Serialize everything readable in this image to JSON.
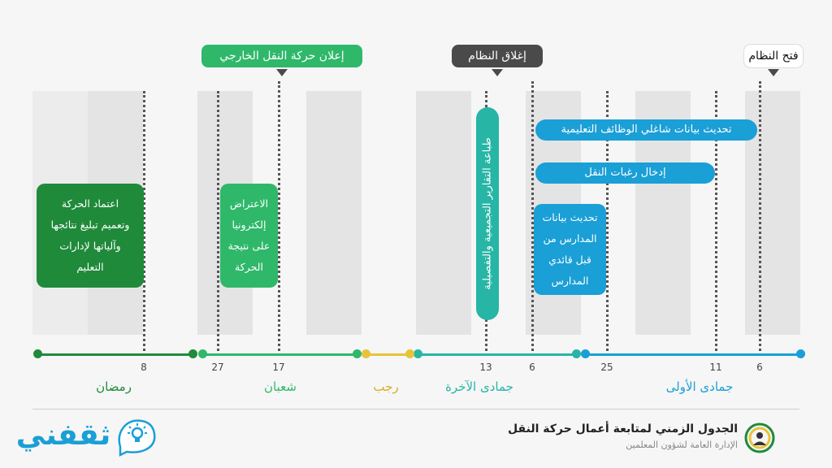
{
  "flags": {
    "open": "فتح النظام",
    "close": "إغلاق النظام",
    "external": "إعلان حركة النقل الخارجي"
  },
  "pills": {
    "update_staff": "تحديث بيانات شاغلي الوظائف التعليمية",
    "enter_prefs": "إدخال رغبات النقل"
  },
  "boxes": {
    "update_schools": [
      "تحديث بيانات",
      "المدارس من",
      "قبل قائدي",
      "المدارس"
    ],
    "objection": [
      "الاعتراض",
      "إلكترونيا",
      "على نتيجة",
      "الحركة"
    ],
    "approve": [
      "اعتماد الحركة",
      "وتعميم تبليغ نتائجها",
      "وآلياتها لإدارات",
      "التعليم"
    ]
  },
  "vertical_bar": "طباعة التقارير التجميعية والتفصيلية",
  "ticks": [
    "6",
    "11",
    "25",
    "6",
    "13",
    "17",
    "27",
    "8"
  ],
  "months": {
    "jumada1": "جمادى الأولى",
    "jumada2": "جمادى الآخرة",
    "rajab": "رجب",
    "shaban": "شعبان",
    "ramadan": "رمضان"
  },
  "footer": {
    "title": "الجدول الزمني لمتابعة أعمال حركة النقل",
    "subtitle": "الإدارة العامة لشؤون المعلمين",
    "brand": "ثقفني"
  },
  "colors": {
    "blue": "#1a9fd6",
    "teal": "#27b5a6",
    "yellow": "#e8c33a",
    "green_light": "#2fb86a",
    "green_dark": "#1f8a3a",
    "flag_dark": "#4a4a4a"
  }
}
